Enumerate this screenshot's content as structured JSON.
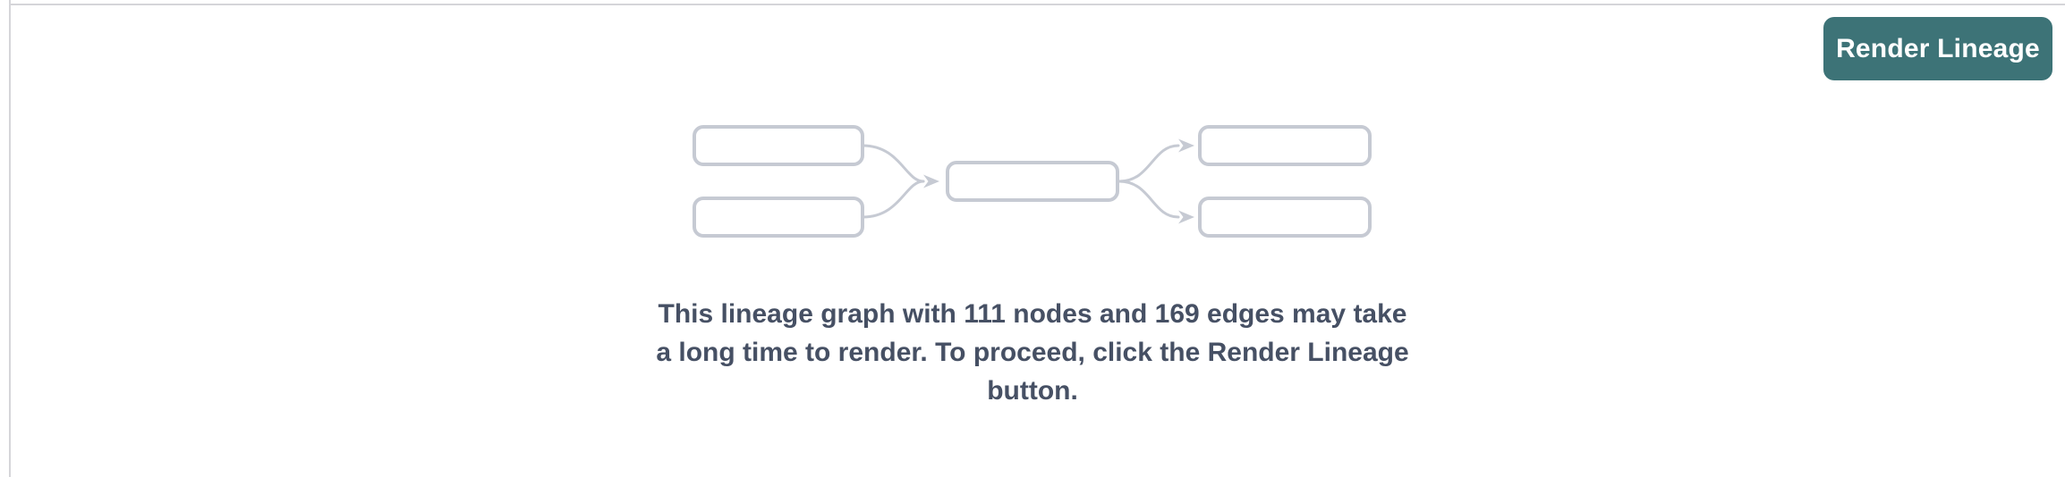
{
  "button": {
    "label": "Render Lineage"
  },
  "empty_state": {
    "message_text": "This lineage graph with 111 nodes and 169 edges may take a long time to render. To proceed, click the Render Lineage button.",
    "message_lines": [
      "This lineage graph with 111 nodes and 169 edges may take",
      "a long time to render. To proceed, click the Render Lineage",
      "button."
    ],
    "node_count": "111",
    "edge_count": "169"
  },
  "diagram": {
    "type": "lineage-graph-placeholder",
    "nodes": [
      "upstream-1",
      "upstream-2",
      "center",
      "downstream-1",
      "downstream-2"
    ],
    "edges": [
      [
        "upstream-1",
        "center"
      ],
      [
        "upstream-2",
        "center"
      ],
      [
        "center",
        "downstream-1"
      ],
      [
        "center",
        "downstream-2"
      ]
    ]
  },
  "colors": {
    "button_bg": "#3d7377",
    "button_text": "#ffffff",
    "message_text": "#465064",
    "diagram_stroke": "#c6cad3",
    "border_line": "#d5d5d9"
  }
}
